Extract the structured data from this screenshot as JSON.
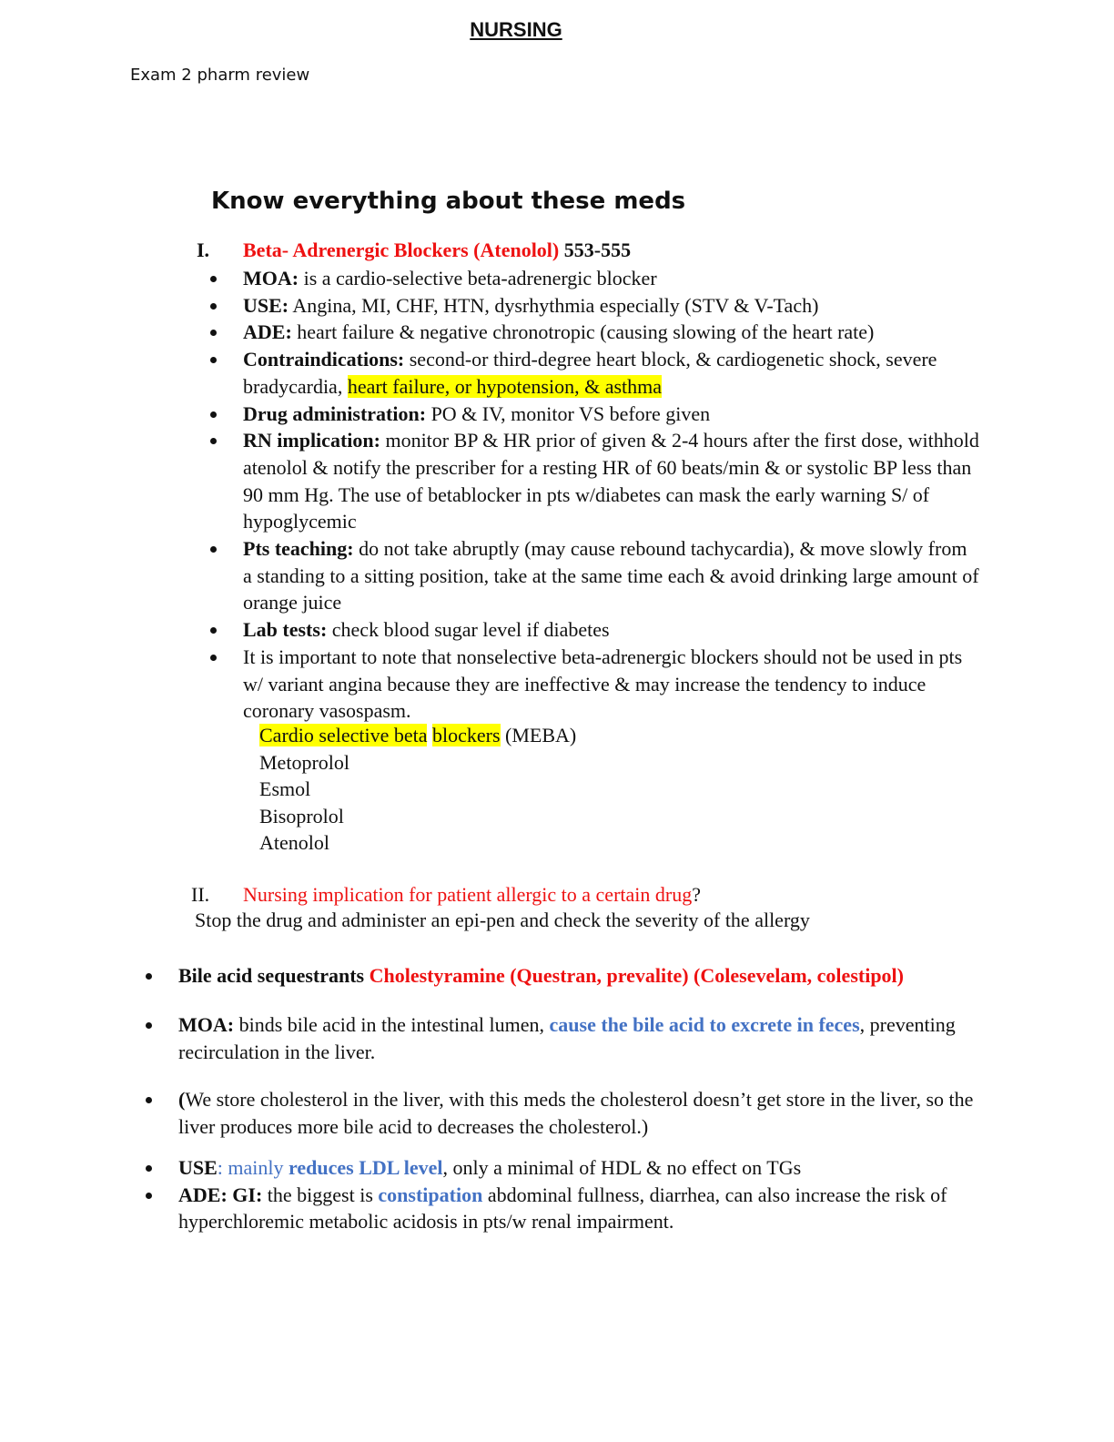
{
  "header": {
    "title": "NURSING",
    "subtitle": "Exam 2 pharm review",
    "heading": "Know everything about these meds"
  },
  "section1": {
    "numeral": "I.",
    "title": "Beta- Adrenergic Blockers (Atenolol)",
    "pages": " 553-555",
    "moa_label": "MOA:",
    "moa_text": " is a cardio-selective beta-adrenergic blocker",
    "use_label": "USE:",
    "use_text": " Angina, MI, CHF, HTN, dysrhythmia especially (STV & V-Tach)",
    "ade_label": "ADE:",
    "ade_text": " heart failure & negative chronotropic (causing slowing of the heart rate)",
    "contra_label": "Contraindications:",
    "contra_text": " second-or third-degree heart block, & cardiogenetic shock, severe bradycardia, ",
    "contra_highlight": "heart failure, or hypotension, & asthma",
    "admin_label": "Drug administration:",
    "admin_text": " PO & IV, monitor VS before given",
    "rn_label": "RN implication:",
    "rn_text": " monitor BP & HR prior of given & 2-4 hours after the first dose, withhold atenolol & notify the prescriber for a resting HR of 60 beats/min & or systolic BP less than 90 mm Hg. The use of betablocker in pts w/diabetes can mask the early warning S/ of hypoglycemic",
    "teach_label": "Pts teaching:",
    "teach_text": " do not take abruptly (may cause rebound tachycardia), & move slowly from a standing to a sitting position, take at the same time each & avoid drinking large amount of orange juice",
    "lab_label": "Lab tests:",
    "lab_text": " check blood sugar level if diabetes",
    "note_text": "It is important to note that nonselective beta-adrenergic blockers should not be used in pts w/ variant angina because they are ineffective & may increase the tendency to induce coronary vasospasm.",
    "cardio_hl1": "Cardio selective beta",
    "cardio_hl2": "blockers",
    "cardio_rest": " (MEBA)",
    "drugs": [
      "Metoprolol",
      "Esmol",
      "Bisoprolol",
      "Atenolol"
    ]
  },
  "section2": {
    "numeral": "II.",
    "question": "Nursing implication for patient allergic to a certain drug",
    "qmark": "?",
    "answer": "Stop the drug and administer an epi-pen and check the severity of the allergy"
  },
  "section3": {
    "bile_label": "Bile acid sequestrants ",
    "bile_drugs": "Cholestyramine (Questran, prevalite) (Colesevelam, colestipol)",
    "moa_label": "MOA:",
    "moa_text1": " binds bile acid in the intestinal lumen, ",
    "moa_blue": "cause the bile acid to excrete in feces",
    "moa_text2": ", preventing recirculation in the liver.",
    "paren_open": "(",
    "paren_text": "We store cholesterol in the liver, with this meds the cholesterol doesn’t get store in the liver, so the liver produces more bile acid to decreases the cholesterol.)",
    "use_label": "USE",
    "use_blue1": ": mainly ",
    "use_blue2": "reduces LDL level",
    "use_text": ", only a minimal of HDL & no effect on TGs",
    "ade_label": "ADE:  GI:",
    "ade_text1": " the biggest is ",
    "ade_blue": "constipation",
    "ade_text2": " abdominal fullness, diarrhea, can also increase the risk of hyperchloremic metabolic acidosis in pts/w renal impairment."
  },
  "colors": {
    "red": "#ee1111",
    "blue": "#4472c4",
    "highlight": "#ffff00"
  }
}
